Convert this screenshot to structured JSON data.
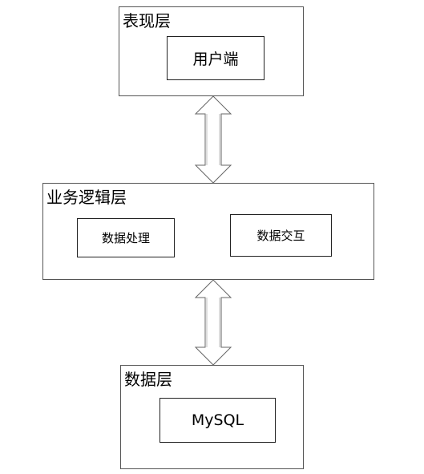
{
  "presentation_layer": {
    "title": "表现层",
    "client_box": "用户端"
  },
  "business_layer": {
    "title": "业务逻辑层",
    "data_processing_box": "数据处理",
    "data_interaction_box": "数据交互"
  },
  "data_layer": {
    "title": "数据层",
    "database_box": "MySQL"
  },
  "colors": {
    "border": "#555555",
    "box_border": "#222222",
    "arrow_fill": "#ffffff",
    "arrow_stroke": "#666666"
  }
}
